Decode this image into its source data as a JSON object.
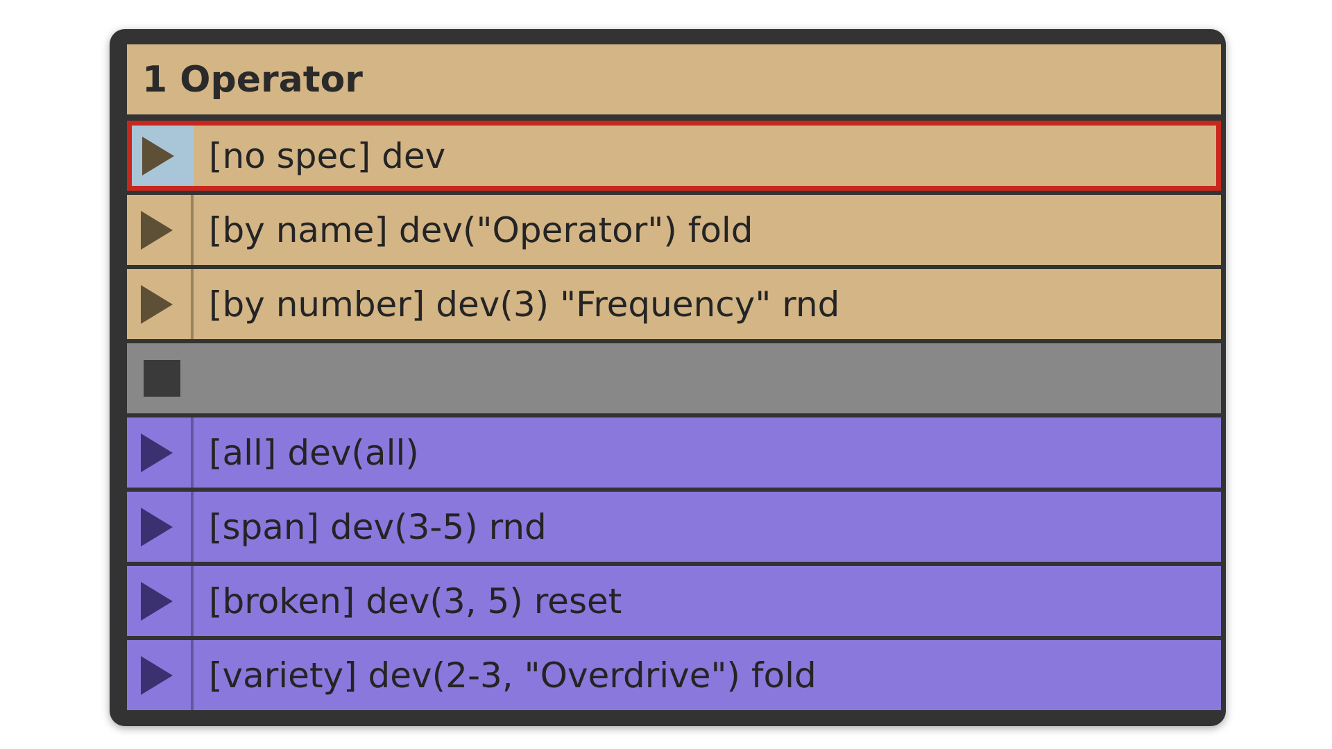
{
  "track": {
    "title": "1 Operator",
    "color": "#d4b586"
  },
  "clips": [
    {
      "name": "[no spec] dev",
      "color": "#d4b586",
      "selected": true,
      "launch_color": "#a9c6d8",
      "icon": "play-triangle-icon"
    },
    {
      "name": "[by name] dev(\"Operator\") fold",
      "color": "#d4b586",
      "selected": false,
      "icon": "play-triangle-icon"
    },
    {
      "name": "[by number] dev(3) \"Frequency\" rnd",
      "color": "#d4b586",
      "selected": false,
      "icon": "play-triangle-icon"
    }
  ],
  "stop_slot": {
    "color": "#888888",
    "icon": "stop-square-icon"
  },
  "clips2": [
    {
      "name": "[all] dev(all)",
      "color": "#8b78dd",
      "icon": "play-triangle-icon"
    },
    {
      "name": "[span] dev(3-5) rnd",
      "color": "#8b78dd",
      "icon": "play-triangle-icon"
    },
    {
      "name": "[broken] dev(3, 5) reset",
      "color": "#8b78dd",
      "icon": "play-triangle-icon"
    },
    {
      "name": "[variety] dev(2-3, \"Overdrive\") fold",
      "color": "#8b78dd",
      "icon": "play-triangle-icon"
    }
  ],
  "colors": {
    "panel_bg": "#333333",
    "selection": "#c8271e",
    "tan_icon": "#5e4f37",
    "purple_icon": "#3b3170"
  }
}
